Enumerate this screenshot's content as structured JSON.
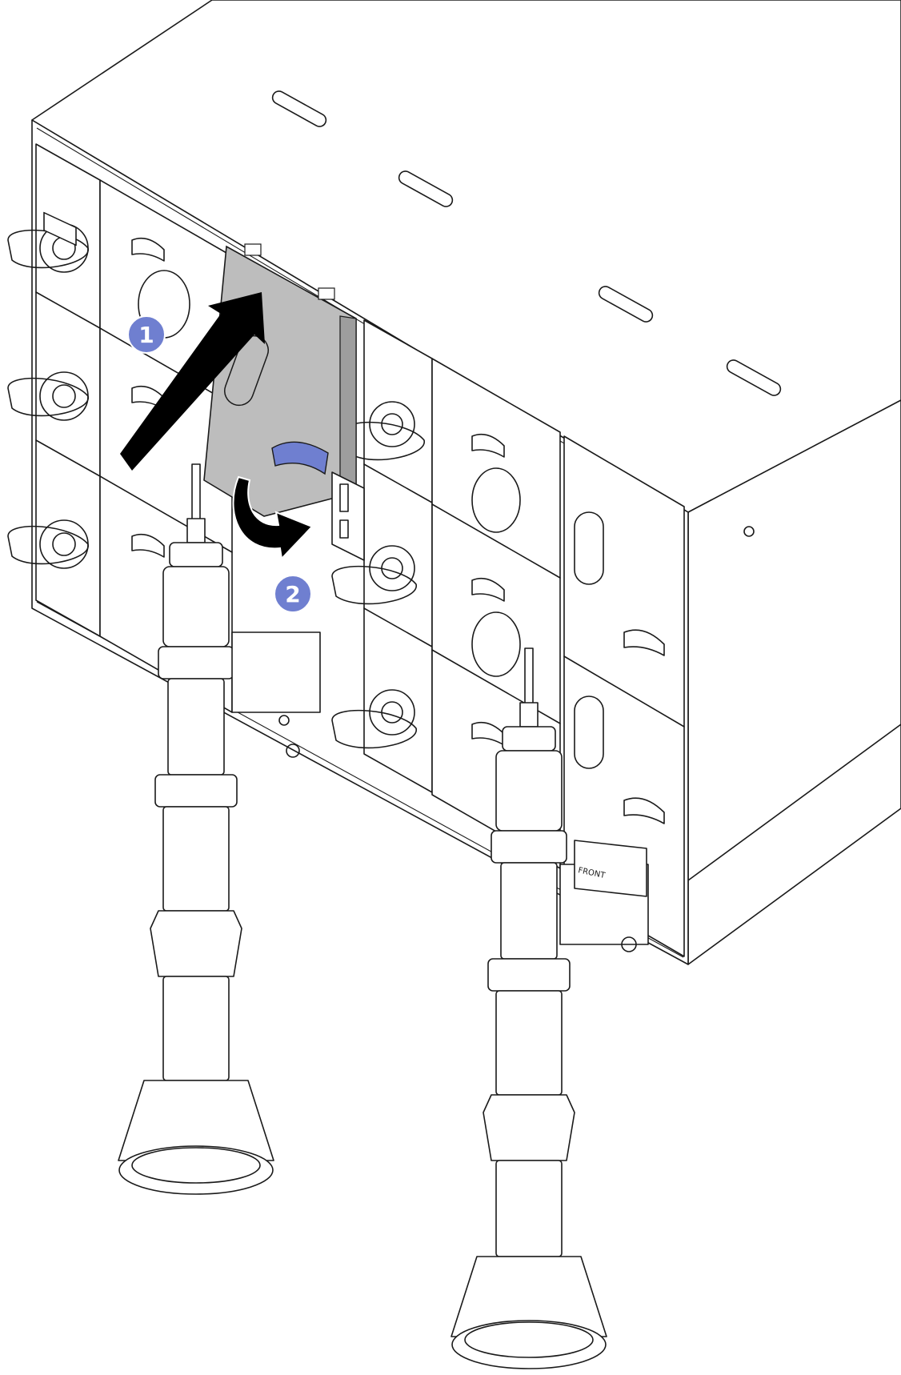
{
  "callouts": [
    {
      "number": "1",
      "action": "lift-cover"
    },
    {
      "number": "2",
      "action": "rotate-latch"
    }
  ],
  "labels": {
    "front_marking": "FRONT"
  },
  "colors": {
    "callout_fill": "#6f7fd0",
    "latch_fill": "#6f7fd0",
    "cover_fill": "#bdbdbd",
    "arrow_fill": "#000000",
    "line": "#1a1a1a"
  },
  "icons": {
    "lift_arrow": "arrow-up-right-icon",
    "rotate_arrow": "curved-arrow-icon"
  }
}
